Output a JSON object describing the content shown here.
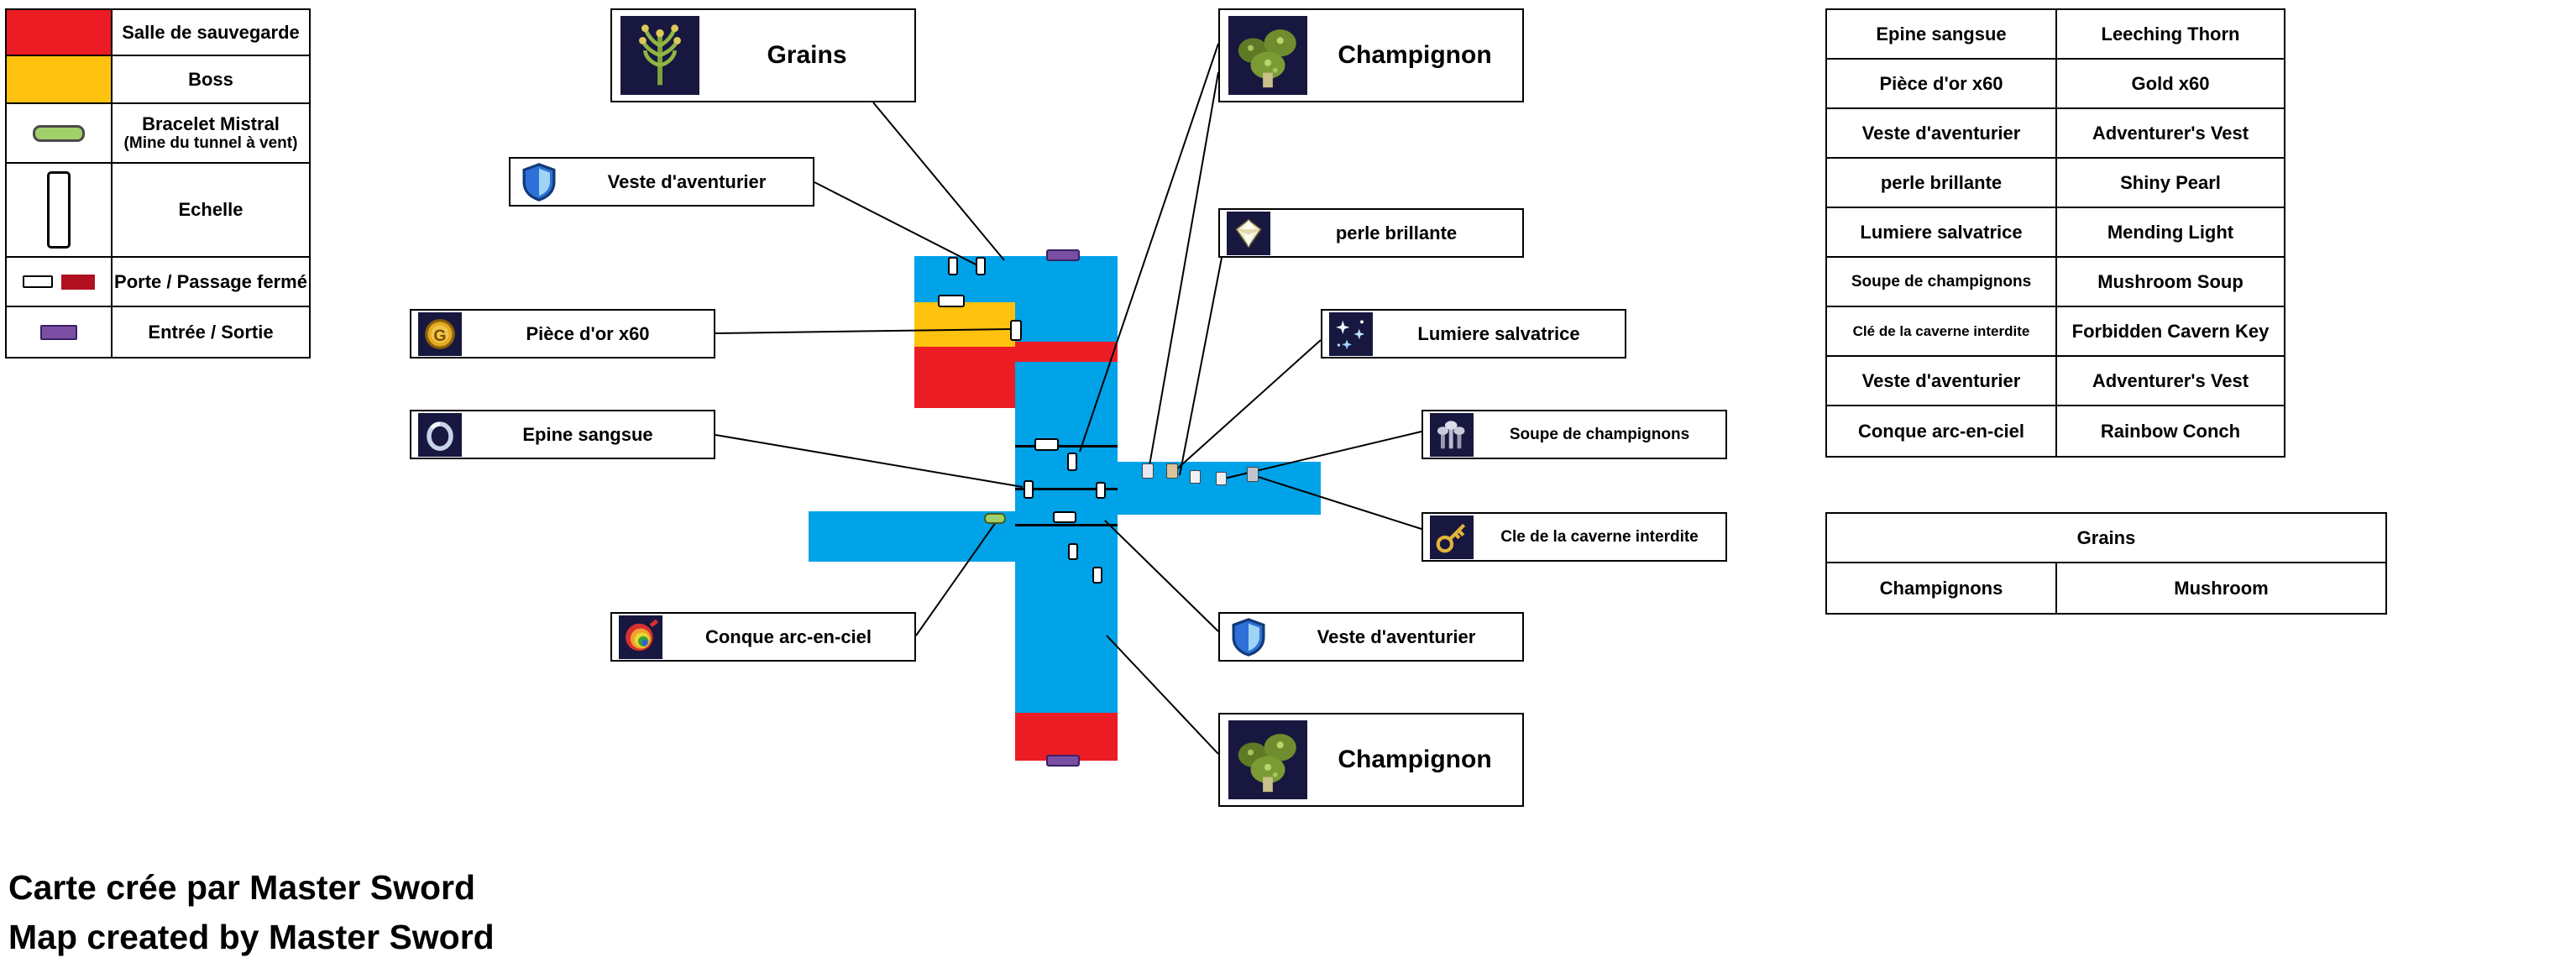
{
  "colors": {
    "map_blue": "#00a2e8",
    "map_red": "#ec1c24",
    "map_orange": "#ffc20e",
    "entrance_purple": "#7a4fa3",
    "closed_door_red": "#b01020",
    "bracelet_green": "#9fd06a",
    "icon_bg": "#17173f"
  },
  "legend": {
    "rows": [
      {
        "label": "Salle de sauvegarde"
      },
      {
        "label": "Boss"
      },
      {
        "label": "Bracelet Mistral",
        "sublabel": "(Mine du tunnel à vent)"
      },
      {
        "label": "Echelle"
      },
      {
        "label": "Porte / Passage fermé"
      },
      {
        "label": "Entrée / Sortie"
      }
    ]
  },
  "item_labels": [
    {
      "text": "Grains",
      "icon": "grains-icon"
    },
    {
      "text": "Champignon",
      "icon": "mushroom-icon"
    },
    {
      "text": "Veste d'aventurier",
      "icon": "shield-icon"
    },
    {
      "text": "perle brillante",
      "icon": "pearl-icon"
    },
    {
      "text": "Pièce d'or x60",
      "icon": "coin-icon"
    },
    {
      "text": "Lumiere salvatrice",
      "icon": "sparkle-icon"
    },
    {
      "text": "Epine sangsue",
      "icon": "ring-icon"
    },
    {
      "text": "Soupe de champignons",
      "icon": "soup-icon"
    },
    {
      "text": "Cle de la caverne interdite",
      "icon": "key-icon"
    },
    {
      "text": "Conque arc-en-ciel",
      "icon": "conch-icon"
    },
    {
      "text": "Veste d'aventurier",
      "icon": "shield-icon"
    },
    {
      "text": "Champignon",
      "icon": "mushroom-icon"
    }
  ],
  "translation_table": {
    "rows": [
      {
        "fr": "Epine sangsue",
        "en": "Leeching Thorn"
      },
      {
        "fr": "Pièce d'or x60",
        "en": "Gold x60"
      },
      {
        "fr": "Veste d'aventurier",
        "en": "Adventurer's Vest"
      },
      {
        "fr": "perle brillante",
        "en": "Shiny Pearl"
      },
      {
        "fr": "Lumiere salvatrice",
        "en": "Mending Light"
      },
      {
        "fr": "Soupe de champignons",
        "en": "Mushroom Soup"
      },
      {
        "fr": "Clé de la caverne interdite",
        "en": "Forbidden Cavern Key"
      },
      {
        "fr": "Veste d'aventurier",
        "en": "Adventurer's Vest"
      },
      {
        "fr": "Conque arc-en-ciel",
        "en": "Rainbow Conch"
      }
    ]
  },
  "crops_table": {
    "header": "Grains",
    "fr": "Champignons",
    "en": "Mushroom"
  },
  "credits": {
    "line1": "Carte crée par Master Sword",
    "line2": "Map created by Master Sword"
  }
}
